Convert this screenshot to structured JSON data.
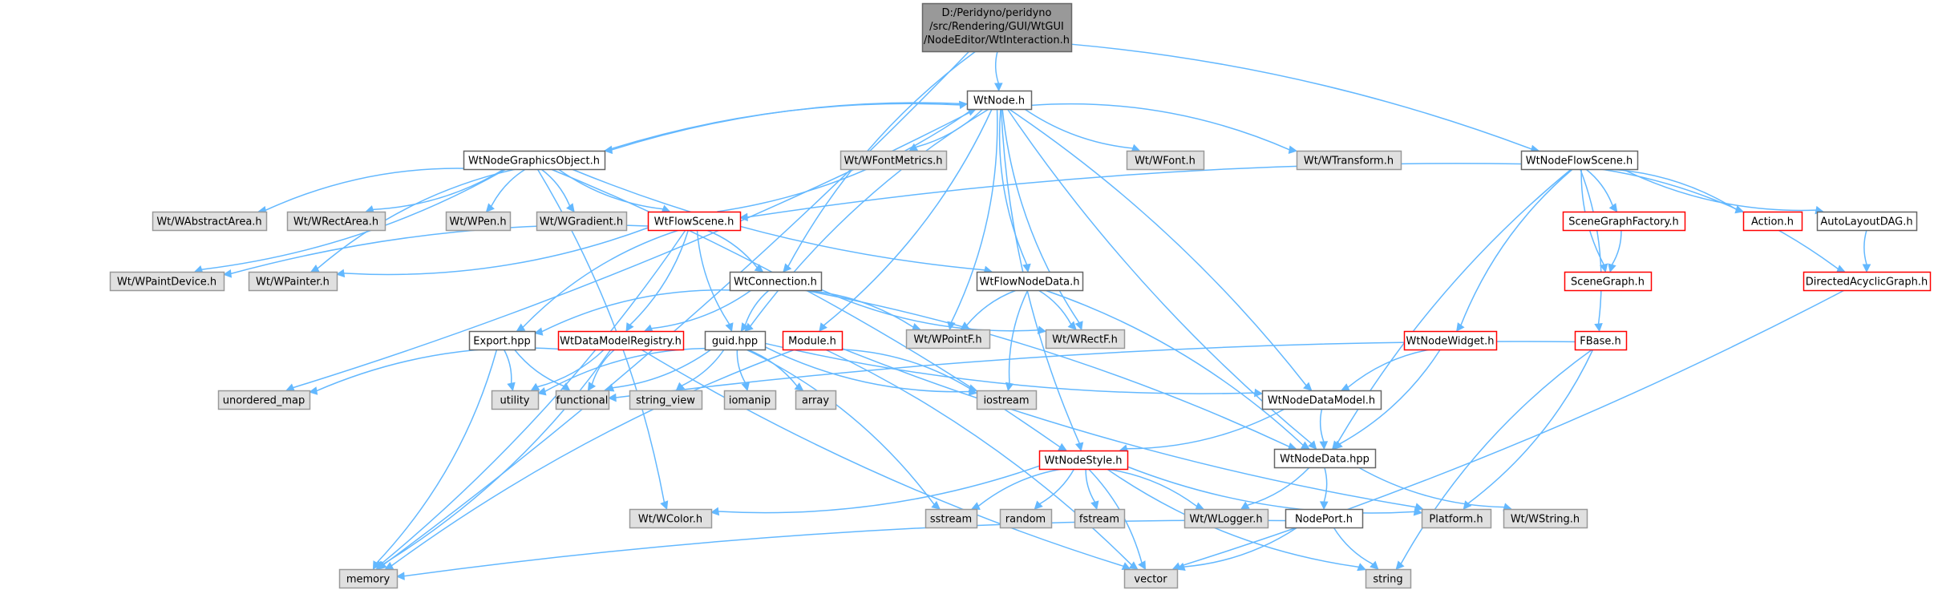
{
  "graph": {
    "root": {
      "id": "root",
      "lines": [
        "D:/Peridyno/peridyno",
        "/src/Rendering/GUI/WtGUI",
        "/NodeEditor/WtInteraction.h"
      ],
      "style": "root"
    },
    "nodes": [
      {
        "id": "WtNode",
        "label": "WtNode.h",
        "style": "doc"
      },
      {
        "id": "WtNodeFlowScene",
        "label": "WtNodeFlowScene.h",
        "style": "doc"
      },
      {
        "id": "WtConnection",
        "label": "WtConnection.h",
        "style": "doc"
      },
      {
        "id": "WtNodeDataModel",
        "label": "WtNodeDataModel.h",
        "style": "doc"
      },
      {
        "id": "WtNodeData",
        "label": "WtNodeData.hpp",
        "style": "doc"
      },
      {
        "id": "WtNodeGraphicsObject",
        "label": "WtNodeGraphicsObject.h",
        "style": "doc"
      },
      {
        "id": "WFontMetrics",
        "label": "Wt/WFontMetrics.h",
        "style": "ext"
      },
      {
        "id": "WFont",
        "label": "Wt/WFont.h",
        "style": "ext"
      },
      {
        "id": "WTransform",
        "label": "Wt/WTransform.h",
        "style": "ext"
      },
      {
        "id": "WtFlowScene",
        "label": "WtFlowScene.h",
        "style": "red"
      },
      {
        "id": "WtFlowNodeData",
        "label": "WtFlowNodeData.h",
        "style": "doc"
      },
      {
        "id": "Module",
        "label": "Module.h",
        "style": "red"
      },
      {
        "id": "WtNodeStyle",
        "label": "WtNodeStyle.h",
        "style": "red"
      },
      {
        "id": "WPointF",
        "label": "Wt/WPointF.h",
        "style": "ext"
      },
      {
        "id": "WRectF",
        "label": "Wt/WRectF.h",
        "style": "ext"
      },
      {
        "id": "WAbstractArea",
        "label": "Wt/WAbstractArea.h",
        "style": "ext"
      },
      {
        "id": "WRectArea",
        "label": "Wt/WRectArea.h",
        "style": "ext"
      },
      {
        "id": "WPen",
        "label": "Wt/WPen.h",
        "style": "ext"
      },
      {
        "id": "WGradient",
        "label": "Wt/WGradient.h",
        "style": "ext"
      },
      {
        "id": "WPaintDevice",
        "label": "Wt/WPaintDevice.h",
        "style": "ext"
      },
      {
        "id": "WPainter",
        "label": "Wt/WPainter.h",
        "style": "ext"
      },
      {
        "id": "WColor",
        "label": "Wt/WColor.h",
        "style": "ext"
      },
      {
        "id": "Export",
        "label": "Export.hpp",
        "style": "doc"
      },
      {
        "id": "WtDataModelRegistry",
        "label": "WtDataModelRegistry.h",
        "style": "red"
      },
      {
        "id": "guid",
        "label": "guid.hpp",
        "style": "doc"
      },
      {
        "id": "SceneGraphFactory",
        "label": "SceneGraphFactory.h",
        "style": "red"
      },
      {
        "id": "SceneGraph",
        "label": "SceneGraph.h",
        "style": "red"
      },
      {
        "id": "Action",
        "label": "Action.h",
        "style": "red"
      },
      {
        "id": "AutoLayoutDAG",
        "label": "AutoLayoutDAG.h",
        "style": "doc"
      },
      {
        "id": "DirectedAcyclicGraph",
        "label": "DirectedAcyclicGraph.h",
        "style": "red"
      },
      {
        "id": "WtNodeWidget",
        "label": "WtNodeWidget.h",
        "style": "red"
      },
      {
        "id": "FBase",
        "label": "FBase.h",
        "style": "red"
      },
      {
        "id": "unordered_map",
        "label": "unordered_map",
        "style": "ext"
      },
      {
        "id": "utility",
        "label": "utility",
        "style": "ext"
      },
      {
        "id": "functional",
        "label": "functional",
        "style": "ext"
      },
      {
        "id": "string_view",
        "label": "string_view",
        "style": "ext"
      },
      {
        "id": "iomanip",
        "label": "iomanip",
        "style": "ext"
      },
      {
        "id": "array",
        "label": "array",
        "style": "ext"
      },
      {
        "id": "iostream",
        "label": "iostream",
        "style": "ext"
      },
      {
        "id": "sstream",
        "label": "sstream",
        "style": "ext"
      },
      {
        "id": "random",
        "label": "random",
        "style": "ext"
      },
      {
        "id": "fstream",
        "label": "fstream",
        "style": "ext"
      },
      {
        "id": "WLogger",
        "label": "Wt/WLogger.h",
        "style": "ext"
      },
      {
        "id": "Platform",
        "label": "Platform.h",
        "style": "ext"
      },
      {
        "id": "WString",
        "label": "Wt/WString.h",
        "style": "ext"
      },
      {
        "id": "NodePort",
        "label": "NodePort.h",
        "style": "doc"
      },
      {
        "id": "memory",
        "label": "memory",
        "style": "ext"
      },
      {
        "id": "vector",
        "label": "vector",
        "style": "ext"
      },
      {
        "id": "string",
        "label": "string",
        "style": "ext"
      }
    ],
    "edges": [
      [
        "root",
        "WtNode"
      ],
      [
        "root",
        "WtNodeFlowScene"
      ],
      [
        "root",
        "WtConnection"
      ],
      [
        "root",
        "memory"
      ],
      [
        "WtNode",
        "WtNodeGraphicsObject"
      ],
      [
        "WtNode",
        "WFontMetrics"
      ],
      [
        "WtNode",
        "WFont"
      ],
      [
        "WtNode",
        "WTransform"
      ],
      [
        "WtNode",
        "WtFlowNodeData"
      ],
      [
        "WtNode",
        "Module"
      ],
      [
        "WtNode",
        "WtNodeStyle"
      ],
      [
        "WtNode",
        "WPointF"
      ],
      [
        "WtNode",
        "WRectF"
      ],
      [
        "WtNode",
        "WtNodeDataModel"
      ],
      [
        "WtNode",
        "WtNodeData"
      ],
      [
        "WtNode",
        "unordered_map"
      ],
      [
        "WtNode",
        "guid"
      ],
      [
        "WtNodeGraphicsObject",
        "WtNode"
      ],
      [
        "WtNodeGraphicsObject",
        "WAbstractArea"
      ],
      [
        "WtNodeGraphicsObject",
        "WRectArea"
      ],
      [
        "WtNodeGraphicsObject",
        "WPen"
      ],
      [
        "WtNodeGraphicsObject",
        "WGradient"
      ],
      [
        "WtNodeGraphicsObject",
        "WtFlowScene"
      ],
      [
        "WtNodeGraphicsObject",
        "WPaintDevice"
      ],
      [
        "WtNodeGraphicsObject",
        "WPainter"
      ],
      [
        "WtNodeGraphicsObject",
        "WColor"
      ],
      [
        "WtNodeGraphicsObject",
        "WtFlowNodeData"
      ],
      [
        "WtNodeGraphicsObject",
        "WtNodeStyle"
      ],
      [
        "WtFlowScene",
        "WtNode"
      ],
      [
        "WtFlowScene",
        "WtConnection"
      ],
      [
        "WtFlowScene",
        "WPaintDevice"
      ],
      [
        "WtFlowScene",
        "WPainter"
      ],
      [
        "WtFlowScene",
        "Export"
      ],
      [
        "WtFlowScene",
        "WtDataModelRegistry"
      ],
      [
        "WtFlowScene",
        "guid"
      ],
      [
        "WtFlowScene",
        "memory"
      ],
      [
        "WtConnection",
        "Export"
      ],
      [
        "WtConnection",
        "WtDataModelRegistry"
      ],
      [
        "WtConnection",
        "guid"
      ],
      [
        "WtConnection",
        "WPointF"
      ],
      [
        "WtConnection",
        "WRectF"
      ],
      [
        "WtConnection",
        "WtNodeData"
      ],
      [
        "WtFlowNodeData",
        "WPointF"
      ],
      [
        "WtFlowNodeData",
        "WRectF"
      ],
      [
        "WtFlowNodeData",
        "iostream"
      ],
      [
        "WtFlowNodeData",
        "WtNodeData"
      ],
      [
        "WtNodeFlowScene",
        "WtFlowScene"
      ],
      [
        "WtNodeFlowScene",
        "SceneGraphFactory"
      ],
      [
        "WtNodeFlowScene",
        "SceneGraph"
      ],
      [
        "WtNodeFlowScene",
        "Action"
      ],
      [
        "WtNodeFlowScene",
        "AutoLayoutDAG"
      ],
      [
        "WtNodeFlowScene",
        "DirectedAcyclicGraph"
      ],
      [
        "WtNodeFlowScene",
        "WtNodeWidget"
      ],
      [
        "WtNodeFlowScene",
        "FBase"
      ],
      [
        "WtNodeFlowScene",
        "WtNodeData"
      ],
      [
        "SceneGraphFactory",
        "SceneGraph"
      ],
      [
        "AutoLayoutDAG",
        "DirectedAcyclicGraph"
      ],
      [
        "DirectedAcyclicGraph",
        "vector"
      ],
      [
        "WtNodeWidget",
        "WtNodeDataModel"
      ],
      [
        "WtNodeWidget",
        "WtNodeData"
      ],
      [
        "FBase",
        "functional"
      ],
      [
        "FBase",
        "Platform"
      ],
      [
        "FBase",
        "string"
      ],
      [
        "Export",
        "utility"
      ],
      [
        "Export",
        "functional"
      ],
      [
        "Export",
        "memory"
      ],
      [
        "WtDataModelRegistry",
        "unordered_map"
      ],
      [
        "WtDataModelRegistry",
        "utility"
      ],
      [
        "WtDataModelRegistry",
        "functional"
      ],
      [
        "WtDataModelRegistry",
        "memory"
      ],
      [
        "WtDataModelRegistry",
        "vector"
      ],
      [
        "guid",
        "functional"
      ],
      [
        "guid",
        "utility"
      ],
      [
        "guid",
        "string_view"
      ],
      [
        "guid",
        "iomanip"
      ],
      [
        "guid",
        "array"
      ],
      [
        "guid",
        "iostream"
      ],
      [
        "guid",
        "sstream"
      ],
      [
        "guid",
        "WtNodeDataModel"
      ],
      [
        "Module",
        "iostream"
      ],
      [
        "Module",
        "memory"
      ],
      [
        "Module",
        "vector"
      ],
      [
        "Module",
        "Platform"
      ],
      [
        "WtNodeDataModel",
        "WtNodeStyle"
      ],
      [
        "WtNodeDataModel",
        "WtNodeData"
      ],
      [
        "WtNodeStyle",
        "WColor"
      ],
      [
        "WtNodeStyle",
        "sstream"
      ],
      [
        "WtNodeStyle",
        "random"
      ],
      [
        "WtNodeStyle",
        "fstream"
      ],
      [
        "WtNodeStyle",
        "WLogger"
      ],
      [
        "WtNodeStyle",
        "Platform"
      ],
      [
        "WtNodeStyle",
        "vector"
      ],
      [
        "WtNodeStyle",
        "string"
      ],
      [
        "WtNodeData",
        "WLogger"
      ],
      [
        "WtNodeData",
        "WString"
      ],
      [
        "WtNodeData",
        "NodePort"
      ],
      [
        "NodePort",
        "memory"
      ],
      [
        "NodePort",
        "vector"
      ],
      [
        "NodePort",
        "string"
      ]
    ],
    "colors": {
      "edge": "#63b8ff",
      "doc_border": "#666666",
      "doc_fill": "#ffffff",
      "ext_border": "#999999",
      "ext_fill": "#e0e0e0",
      "red_border": "#ff0000",
      "red_fill": "#ffffff",
      "root_border": "#666666",
      "root_fill": "#999999",
      "text": "#000000"
    }
  }
}
